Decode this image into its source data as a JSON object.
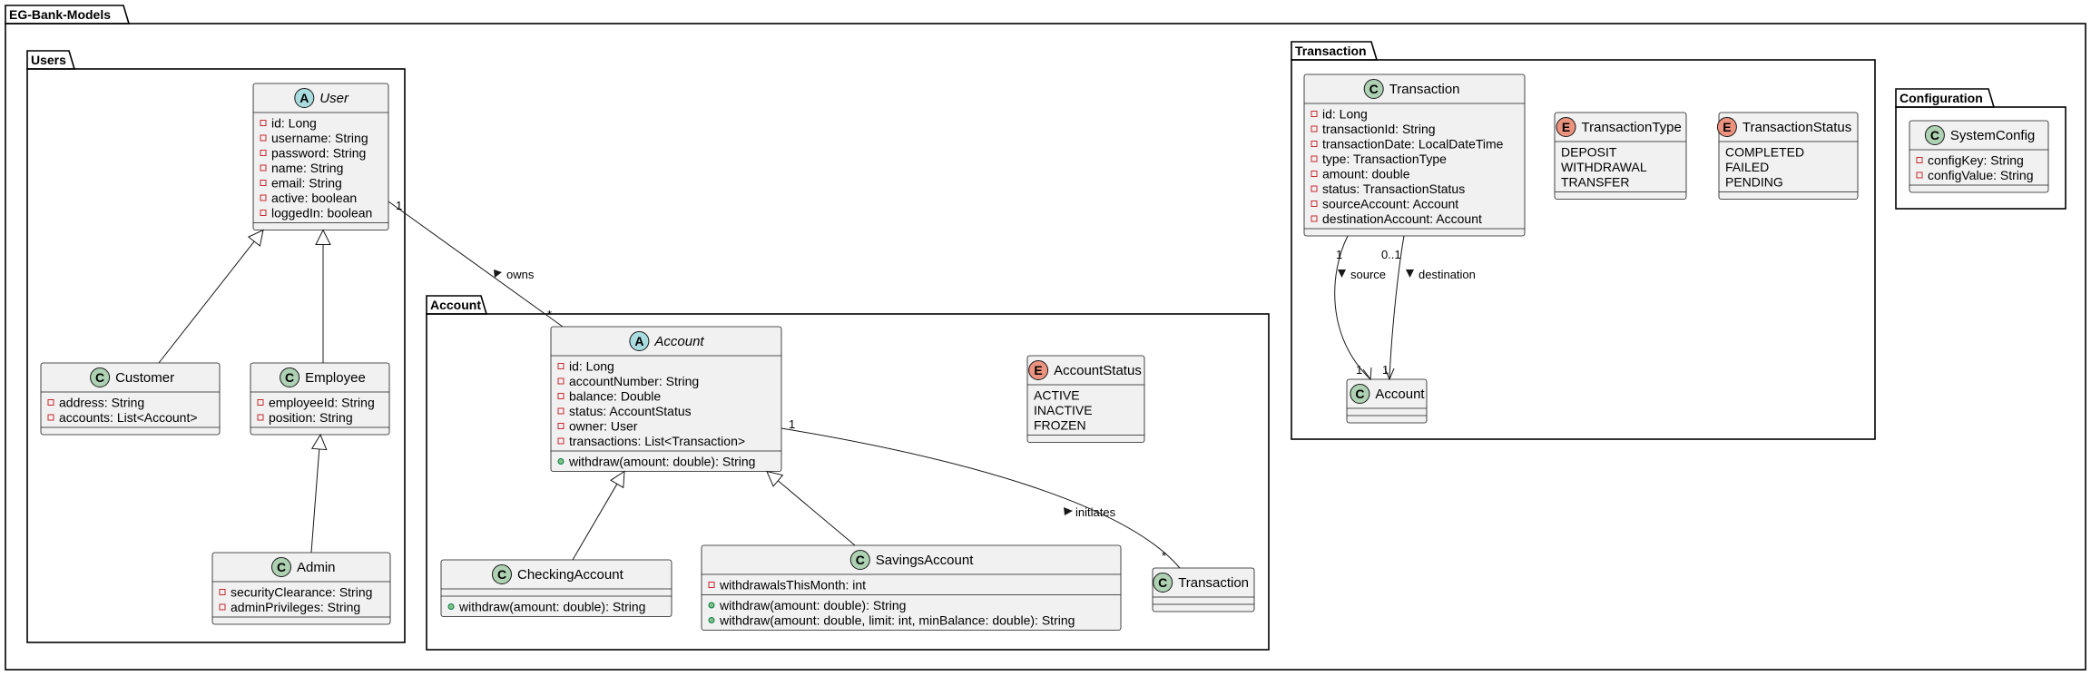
{
  "diagram": {
    "title": "EG-Bank-Models",
    "packages": [
      {
        "id": "users",
        "label": "Users"
      },
      {
        "id": "account",
        "label": "Account"
      },
      {
        "id": "transaction",
        "label": "Transaction"
      },
      {
        "id": "configuration",
        "label": "Configuration"
      }
    ],
    "classes": [
      {
        "id": "User",
        "stereotype": "A",
        "name": "User",
        "abstract": true,
        "attributes": [
          "id: Long",
          "username: String",
          "password: String",
          "name: String",
          "email: String",
          "active: boolean",
          "loggedIn: boolean"
        ],
        "methods": []
      },
      {
        "id": "Customer",
        "stereotype": "C",
        "name": "Customer",
        "attributes": [
          "address: String",
          "accounts: List<Account>"
        ],
        "methods": []
      },
      {
        "id": "Employee",
        "stereotype": "C",
        "name": "Employee",
        "attributes": [
          "employeeId: String",
          "position: String"
        ],
        "methods": []
      },
      {
        "id": "Admin",
        "stereotype": "C",
        "name": "Admin",
        "attributes": [
          "securityClearance: String",
          "adminPrivileges: String"
        ],
        "methods": []
      },
      {
        "id": "Account",
        "stereotype": "A",
        "name": "Account",
        "abstract": true,
        "attributes": [
          "id: Long",
          "accountNumber: String",
          "balance: Double",
          "status: AccountStatus",
          "owner: User",
          "transactions: List<Transaction>"
        ],
        "methods": [
          "withdraw(amount: double): String"
        ]
      },
      {
        "id": "AccountStatus",
        "stereotype": "E",
        "name": "AccountStatus",
        "values": [
          "ACTIVE",
          "INACTIVE",
          "FROZEN"
        ]
      },
      {
        "id": "CheckingAccount",
        "stereotype": "C",
        "name": "CheckingAccount",
        "attributes": [],
        "methods": [
          "withdraw(amount: double): String"
        ]
      },
      {
        "id": "SavingsAccount",
        "stereotype": "C",
        "name": "SavingsAccount",
        "attributes": [
          "withdrawalsThisMonth: int"
        ],
        "methods": [
          "withdraw(amount: double): String",
          "withdraw(amount: double, limit: int, minBalance: double): String"
        ]
      },
      {
        "id": "AccountTransactionRef",
        "stereotype": "C",
        "name": "Transaction",
        "attributes": [],
        "methods": []
      },
      {
        "id": "Transaction",
        "stereotype": "C",
        "name": "Transaction",
        "attributes": [
          "id: Long",
          "transactionId: String",
          "transactionDate: LocalDateTime",
          "type: TransactionType",
          "amount: double",
          "status: TransactionStatus",
          "sourceAccount: Account",
          "destinationAccount: Account"
        ],
        "methods": []
      },
      {
        "id": "TransactionType",
        "stereotype": "E",
        "name": "TransactionType",
        "values": [
          "DEPOSIT",
          "WITHDRAWAL",
          "TRANSFER"
        ]
      },
      {
        "id": "TransactionStatus",
        "stereotype": "E",
        "name": "TransactionStatus",
        "values": [
          "COMPLETED",
          "FAILED",
          "PENDING"
        ]
      },
      {
        "id": "TransactionAccountRef",
        "stereotype": "C",
        "name": "Account",
        "attributes": [],
        "methods": []
      },
      {
        "id": "SystemConfig",
        "stereotype": "C",
        "name": "SystemConfig",
        "attributes": [
          "configKey: String",
          "configValue: String"
        ],
        "methods": []
      }
    ],
    "relations": [
      {
        "id": "customer-user",
        "kind": "inheritance"
      },
      {
        "id": "employee-user",
        "kind": "inheritance"
      },
      {
        "id": "admin-employee",
        "kind": "inheritance"
      },
      {
        "id": "checking-account",
        "kind": "inheritance"
      },
      {
        "id": "savings-account",
        "kind": "inheritance"
      },
      {
        "id": "user-owns-account",
        "kind": "association",
        "label": "owns",
        "from_mult": "1",
        "to_mult": "*"
      },
      {
        "id": "account-initiates-transaction",
        "kind": "association",
        "label": "initiates",
        "from_mult": "1",
        "to_mult": "*"
      },
      {
        "id": "transaction-source-account",
        "kind": "directed",
        "label": "source",
        "from_mult": "1",
        "to_mult": "1"
      },
      {
        "id": "transaction-destination-account",
        "kind": "directed",
        "label": "destination",
        "from_mult": "0..1",
        "to_mult": "1"
      }
    ],
    "colors": {
      "class_badge": "#ADD1B2",
      "abstract_badge": "#A9DCDF",
      "enum_badge": "#EB937F",
      "box_fill": "#F1F1F1",
      "box_border": "#181818",
      "package_border": "#000000"
    }
  }
}
